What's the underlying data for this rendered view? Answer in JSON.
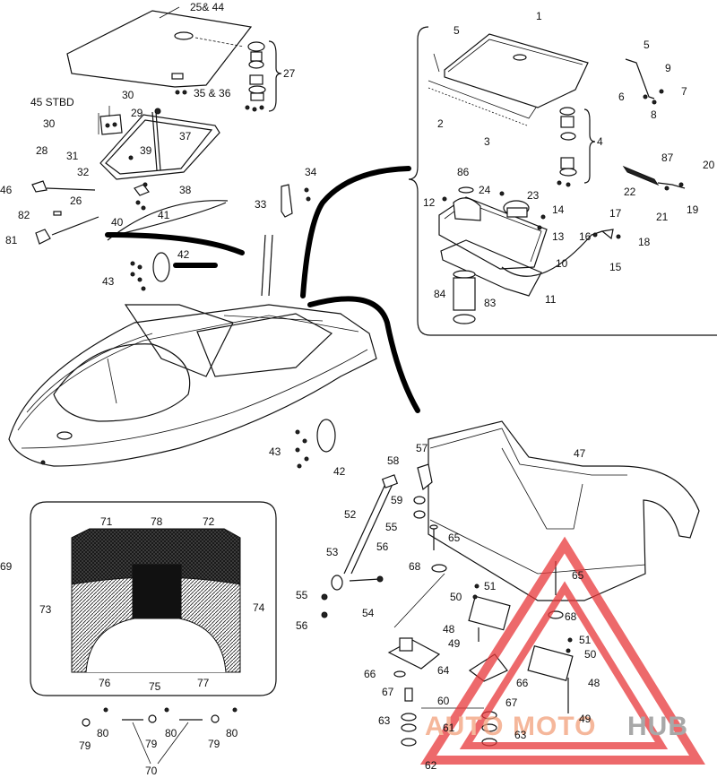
{
  "labels": [
    {
      "id": "l1",
      "text": "25& 44"
    },
    {
      "id": "l2",
      "text": "27"
    },
    {
      "id": "l3",
      "text": "35 & 36"
    },
    {
      "id": "l4",
      "text": "30"
    },
    {
      "id": "l5",
      "text": "45 STBD"
    },
    {
      "id": "l6",
      "text": "30"
    },
    {
      "id": "l7",
      "text": "29"
    },
    {
      "id": "l8",
      "text": "37"
    },
    {
      "id": "l9",
      "text": "28"
    },
    {
      "id": "l10",
      "text": "31"
    },
    {
      "id": "l11",
      "text": "32"
    },
    {
      "id": "l12",
      "text": "39"
    },
    {
      "id": "l13",
      "text": "46"
    },
    {
      "id": "l14",
      "text": "26"
    },
    {
      "id": "l15",
      "text": "38"
    },
    {
      "id": "l16",
      "text": "82"
    },
    {
      "id": "l17",
      "text": "40"
    },
    {
      "id": "l18",
      "text": "41"
    },
    {
      "id": "l19",
      "text": "81"
    },
    {
      "id": "l20",
      "text": "34"
    },
    {
      "id": "l21",
      "text": "33"
    },
    {
      "id": "l22",
      "text": "42"
    },
    {
      "id": "l23",
      "text": "43"
    },
    {
      "id": "l24",
      "text": "1"
    },
    {
      "id": "l25",
      "text": "5"
    },
    {
      "id": "l26",
      "text": "2"
    },
    {
      "id": "l27",
      "text": "3"
    },
    {
      "id": "l28",
      "text": "4"
    },
    {
      "id": "l29",
      "text": "5"
    },
    {
      "id": "l30",
      "text": "9"
    },
    {
      "id": "l31",
      "text": "6"
    },
    {
      "id": "l32",
      "text": "7"
    },
    {
      "id": "l33",
      "text": "8"
    },
    {
      "id": "l34",
      "text": "87"
    },
    {
      "id": "l35",
      "text": "20"
    },
    {
      "id": "l36",
      "text": "22"
    },
    {
      "id": "l37",
      "text": "21"
    },
    {
      "id": "l38",
      "text": "19"
    },
    {
      "id": "l39",
      "text": "86"
    },
    {
      "id": "l40",
      "text": "12"
    },
    {
      "id": "l41",
      "text": "24"
    },
    {
      "id": "l42",
      "text": "23"
    },
    {
      "id": "l43",
      "text": "14"
    },
    {
      "id": "l44",
      "text": "13"
    },
    {
      "id": "l45",
      "text": "17"
    },
    {
      "id": "l46",
      "text": "16"
    },
    {
      "id": "l47",
      "text": "18"
    },
    {
      "id": "l48",
      "text": "15"
    },
    {
      "id": "l49",
      "text": "10"
    },
    {
      "id": "l50",
      "text": "84"
    },
    {
      "id": "l51",
      "text": "83"
    },
    {
      "id": "l52",
      "text": "11"
    },
    {
      "id": "l53",
      "text": "43"
    },
    {
      "id": "l54",
      "text": "42"
    },
    {
      "id": "l55",
      "text": "57"
    },
    {
      "id": "l56",
      "text": "58"
    },
    {
      "id": "l57",
      "text": "47"
    },
    {
      "id": "l58",
      "text": "59"
    },
    {
      "id": "l59",
      "text": "55"
    },
    {
      "id": "l60",
      "text": "52"
    },
    {
      "id": "l61",
      "text": "56"
    },
    {
      "id": "l62",
      "text": "65"
    },
    {
      "id": "l63",
      "text": "53"
    },
    {
      "id": "l64",
      "text": "68"
    },
    {
      "id": "l65",
      "text": "65"
    },
    {
      "id": "l66",
      "text": "51"
    },
    {
      "id": "l67",
      "text": "50"
    },
    {
      "id": "l68",
      "text": "55"
    },
    {
      "id": "l69",
      "text": "54"
    },
    {
      "id": "l70",
      "text": "56"
    },
    {
      "id": "l71",
      "text": "48"
    },
    {
      "id": "l72",
      "text": "68"
    },
    {
      "id": "l73",
      "text": "49"
    },
    {
      "id": "l74",
      "text": "51"
    },
    {
      "id": "l75",
      "text": "50"
    },
    {
      "id": "l76",
      "text": "64"
    },
    {
      "id": "l77",
      "text": "66"
    },
    {
      "id": "l78",
      "text": "66"
    },
    {
      "id": "l79",
      "text": "48"
    },
    {
      "id": "l80",
      "text": "67"
    },
    {
      "id": "l81",
      "text": "67"
    },
    {
      "id": "l82",
      "text": "60"
    },
    {
      "id": "l83",
      "text": "63"
    },
    {
      "id": "l84",
      "text": "61"
    },
    {
      "id": "l85",
      "text": "63"
    },
    {
      "id": "l86",
      "text": "49"
    },
    {
      "id": "l87",
      "text": "62"
    },
    {
      "id": "l88",
      "text": "69"
    },
    {
      "id": "l89",
      "text": "71"
    },
    {
      "id": "l90",
      "text": "78"
    },
    {
      "id": "l91",
      "text": "72"
    },
    {
      "id": "l92",
      "text": "73"
    },
    {
      "id": "l93",
      "text": "74"
    },
    {
      "id": "l94",
      "text": "76"
    },
    {
      "id": "l95",
      "text": "75"
    },
    {
      "id": "l96",
      "text": "77"
    },
    {
      "id": "l97",
      "text": "79"
    },
    {
      "id": "l98",
      "text": "80"
    },
    {
      "id": "l99",
      "text": "79"
    },
    {
      "id": "l100",
      "text": "80"
    },
    {
      "id": "l101",
      "text": "79"
    },
    {
      "id": "l102",
      "text": "80"
    },
    {
      "id": "l103",
      "text": "70"
    }
  ],
  "watermark": {
    "part1": "AUTO",
    "part2": "MOTO",
    "part3": "HUB",
    "color_primary": "#f2a07a",
    "color_triangle": "#e8383a",
    "color_hub": "#8c8c8c"
  }
}
